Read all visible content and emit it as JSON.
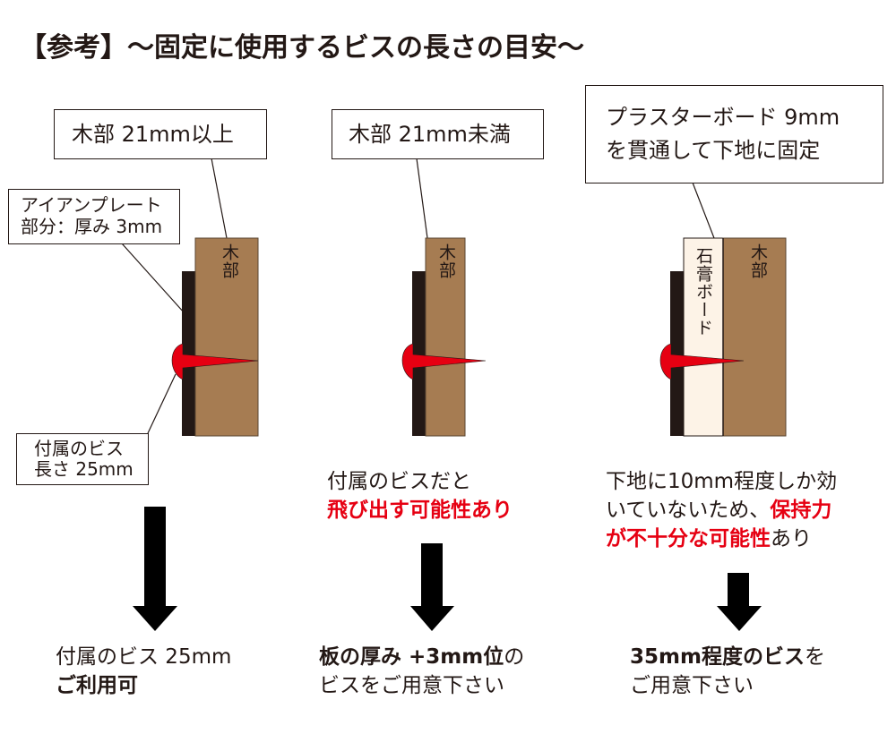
{
  "title": "【参考】～固定に使用するビスの長さの目安～",
  "colors": {
    "wood": "#a67c52",
    "iron_plate": "#231815",
    "gypsum_board": "#fdf3e7",
    "screw": "#e60012",
    "text": "#231815",
    "accent_red": "#e60012"
  },
  "panels": [
    {
      "callout": "木部 21mm以上",
      "wood_label": "木部",
      "plate_callout_line1": "アイアンプレート",
      "plate_callout_line2": "部分：厚み 3mm",
      "screw_callout_line1": "付属のビス",
      "screw_callout_line2": "長さ 25mm",
      "result_line1": "付属のビス 25mm",
      "result_line2": "ご利用可"
    },
    {
      "callout": "木部 21mm未満",
      "wood_label": "木部",
      "note_line1": "付属のビスだと",
      "note_line2_red": "飛び出す可能性あり",
      "result_line1_bold": "板の厚み +3mm位",
      "result_line1_rest": "の",
      "result_line2": "ビスをご用意下さい"
    },
    {
      "callout_line1": "プラスターボード 9mm",
      "callout_line2": "を貫通して下地に固定",
      "board_label": "石膏ボード",
      "wood_label": "木部",
      "note_line1": "下地に10mm程度しか効",
      "note_line2_plain": "いていないため、",
      "note_line2_red": "保持力",
      "note_line3_red": "が不十分な可能性",
      "note_line3_plain": "あり",
      "result_line1_bold": "35mm程度のビス",
      "result_line1_rest": "を",
      "result_line2": "ご用意下さい"
    }
  ]
}
